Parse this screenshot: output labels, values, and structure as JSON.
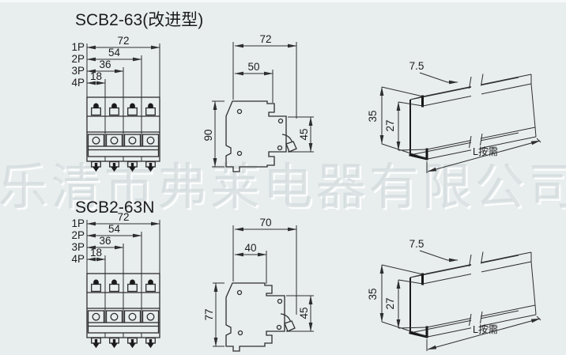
{
  "page": {
    "background_color": "#e8edee",
    "line_color": "#2e2e2e"
  },
  "watermark": {
    "text": "乐清市弗莱电器有限公司"
  },
  "sections": [
    {
      "title": "SCB2-63(改进型)",
      "front_view": {
        "pole_labels": [
          "1P",
          "2P",
          "3P",
          "4P"
        ],
        "width_dims": [
          "72",
          "54",
          "36",
          "18"
        ]
      },
      "side_view": {
        "total_depth": "72",
        "upper_depth": "50",
        "height": "90",
        "front_height": "45"
      },
      "din_rail": {
        "flange_depth": "7.5",
        "height": "35",
        "inner_height": "27",
        "length_label": "L按需"
      }
    },
    {
      "title": "SCB2-63N",
      "front_view": {
        "pole_labels": [
          "1P",
          "2P",
          "3P",
          "4P"
        ],
        "width_dims": [
          "72",
          "54",
          "36",
          "18"
        ]
      },
      "side_view": {
        "total_depth": "70",
        "upper_depth": "40",
        "height": "77",
        "front_height": "45"
      },
      "din_rail": {
        "flange_depth": "7.5",
        "height": "35",
        "inner_height": "27",
        "length_label": "L按需"
      }
    }
  ]
}
